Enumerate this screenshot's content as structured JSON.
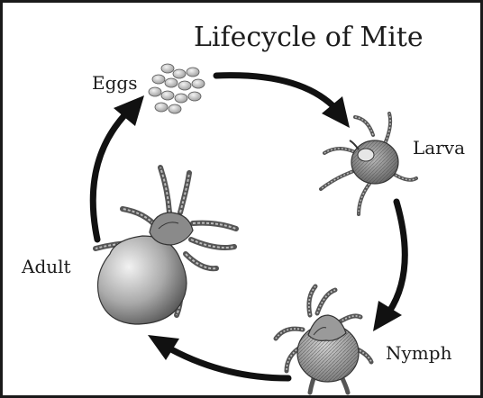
{
  "title": "Lifecycle of Mite",
  "stages": [
    {
      "id": "eggs",
      "label": "Eggs"
    },
    {
      "id": "larva",
      "label": "Larva"
    },
    {
      "id": "nymph",
      "label": "Nymph"
    },
    {
      "id": "adult",
      "label": "Adult"
    }
  ],
  "colors": {
    "ink": "#1c1c1c",
    "arrow": "#111111",
    "body_light": "#d8d8d8",
    "body_dark": "#6e6e6e",
    "egg": "#c9c9c9"
  }
}
